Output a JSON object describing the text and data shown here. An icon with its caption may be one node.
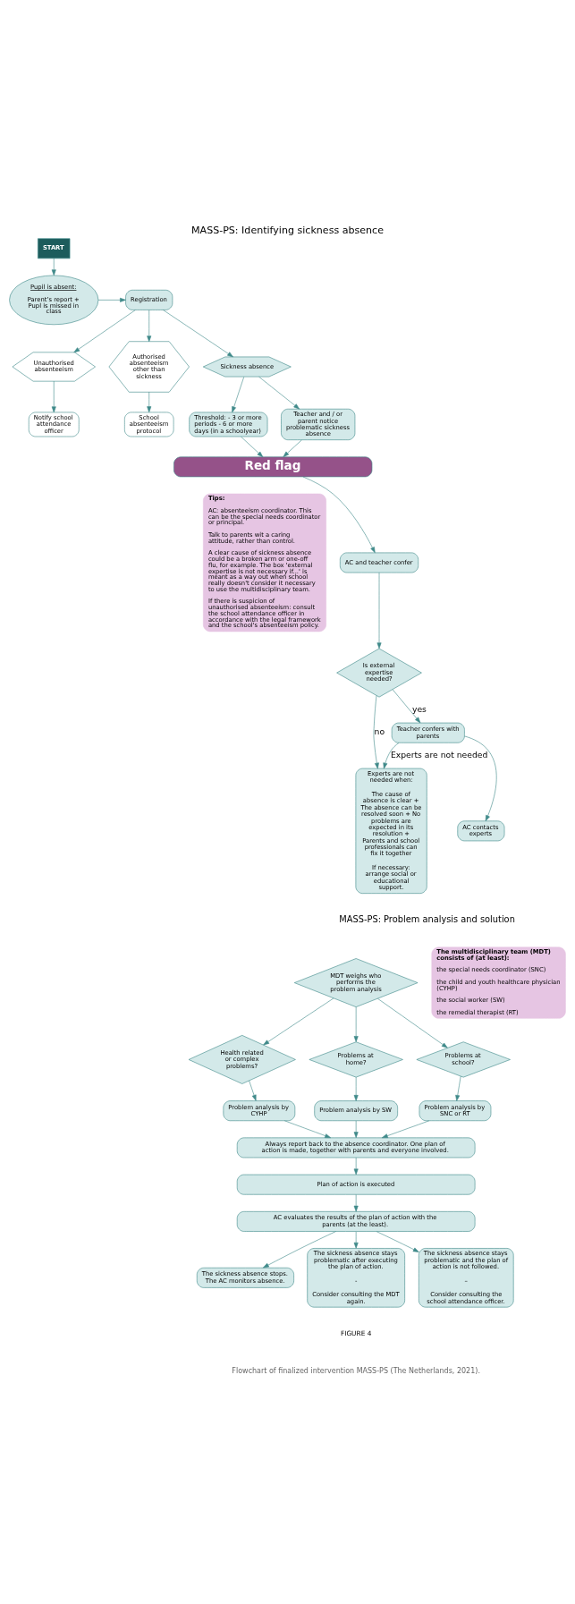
{
  "diagram": {
    "title": "MASS-PS: Identifying sickness absence",
    "caption": "Flowchart of finalized intervention MASS-PS (The Netherlands, 2021).",
    "nodes": [
      {
        "text": [
          "START"
        ]
      },
      {
        "text": [
          "Pupil is absent:",
          "Parent’s report + Pupl is missed in class"
        ]
      },
      {
        "text": [
          "Registration"
        ]
      },
      {
        "text": [
          "Unauthorised absenteeism"
        ]
      },
      {
        "text": [
          "Notify school attendance officer"
        ]
      },
      {
        "text": [
          "Authorised absenteeism other than sickness"
        ]
      },
      {
        "text": [
          "School absenteeism protocol"
        ]
      },
      {
        "text": [
          "Sickness absence"
        ]
      },
      {
        "text": [
          "Threshold: - 3 or more periods - 6 or more days (in a schoolyear)"
        ]
      },
      {
        "text": [
          "Teacher and / or parent notice problematic sickness absence"
        ]
      },
      {
        "text": [
          "Red flag"
        ]
      },
      {
        "text": [
          "Tips:",
          "AC: absenteeism coordinator. This can be the special needs coordinator or principal.",
          "Talk to parents wit a caring attitude, rather than control.",
          "A clear cause of sickness absence could be a broken arm or one-off flu, for example. The box 'external expertise is not necessary if...' is meant as a way out when school really doesn't consider it necessary to use the multidisciplinary team.",
          "If there is suspicion of unauthorised absenteeism: consult the school attendance officer in accordance with the legal framework and the school's absenteeism policy."
        ]
      },
      {
        "text": [
          "AC and teacher confer"
        ]
      },
      {
        "text": [
          "Is external expertise needed?"
        ]
      },
      {
        "text": [
          "Experts are not needed when:",
          "The cause of absence is clear + The absence can be resolved soon + No problems are expected in its resolution + Parents and school professionals can fix it together",
          "If necessary: arrange social or educational support."
        ]
      },
      {
        "text": [
          "Teacher confers with parents"
        ]
      },
      {
        "text": [
          "AC contacts experts"
        ]
      },
      {
        "text": [
          "MDT weighs who performs the problem analysis"
        ]
      },
      {
        "text": [
          "The multidisciplinary team (MDT) consists of (at least):",
          "the special needs coordinator (SNC)",
          "the child and youth healthcare physician (CYHP)",
          "the social worker (SW)",
          "the remedial therapist (RT)"
        ]
      },
      {
        "text": [
          "Health related or complex problems?"
        ]
      },
      {
        "text": [
          "Problems at home?"
        ]
      },
      {
        "text": [
          "Problems at school?"
        ]
      },
      {
        "text": [
          "Problem analysis by CYHP"
        ]
      },
      {
        "text": [
          "Problem analysis by SW"
        ]
      },
      {
        "text": [
          "Problem analysis by SNC or RT"
        ]
      },
      {
        "text": [
          "Always report back to the absence coordinator. One plan of action is made, together with parents and everyone involved."
        ]
      },
      {
        "text": [
          "Plan of action is executed"
        ]
      },
      {
        "text": [
          "AC evaluates the results of the plan of action with the parents (at the least)."
        ]
      },
      {
        "text": [
          "The sickness absence stops. The AC monitors absence."
        ]
      },
      {
        "text": [
          "The sickness absence stays problematic after executing the plan of action.",
          "-",
          "Consider consulting the MDT again."
        ]
      },
      {
        "text": [
          "The sickness absence stays problematic and the plan of action is not followed.",
          "–",
          "Consider consulting the school attendance officer."
        ]
      }
    ],
    "edges": [
      {
        "from": 0,
        "to": 1,
        "arrow": "to"
      },
      {
        "from": 1,
        "to": 2,
        "arrow": "to"
      },
      {
        "from": 2,
        "to": 3,
        "arrow": "to"
      },
      {
        "from": 2,
        "to": 5,
        "arrow": "to"
      },
      {
        "from": 2,
        "to": 7,
        "arrow": "to"
      },
      {
        "from": 3,
        "to": 4,
        "arrow": "to"
      },
      {
        "from": 5,
        "to": 6,
        "arrow": "to"
      },
      {
        "from": 7,
        "to": 8,
        "arrow": "to"
      },
      {
        "from": 7,
        "to": 9,
        "arrow": "to"
      },
      {
        "from": 8,
        "to": 10,
        "arrow": "to"
      },
      {
        "from": 9,
        "to": 10,
        "arrow": "to"
      },
      {
        "from": 10,
        "to": 12,
        "arrow": "to"
      },
      {
        "from": 12,
        "to": 13,
        "arrow": "to"
      },
      {
        "from": 13,
        "to": 14,
        "arrow": "to",
        "label": "no"
      },
      {
        "from": 13,
        "to": 15,
        "arrow": "to",
        "label": "yes"
      },
      {
        "from": 15,
        "to": 14,
        "arrow": "to",
        "label": "Experts are not needed"
      },
      {
        "from": 15,
        "to": 16,
        "arrow": "to"
      },
      {
        "from": 17,
        "to": 19,
        "arrow": "to"
      },
      {
        "from": 17,
        "to": 20,
        "arrow": "to"
      },
      {
        "from": 17,
        "to": 21,
        "arrow": "to"
      },
      {
        "from": 19,
        "to": 22,
        "arrow": "to"
      },
      {
        "from": 20,
        "to": 23,
        "arrow": "to"
      },
      {
        "from": 21,
        "to": 24,
        "arrow": "to"
      },
      {
        "from": 22,
        "to": 25,
        "arrow": "to"
      },
      {
        "from": 23,
        "to": 25,
        "arrow": "to"
      },
      {
        "from": 24,
        "to": 25,
        "arrow": "to"
      },
      {
        "from": 25,
        "to": 26,
        "arrow": "to"
      },
      {
        "from": 26,
        "to": 27,
        "arrow": "to"
      },
      {
        "from": 27,
        "to": 28,
        "arrow": "to"
      },
      {
        "from": 27,
        "to": 29,
        "arrow": "to"
      },
      {
        "from": 27,
        "to": 30,
        "arrow": "to"
      }
    ],
    "labels": [
      "MASS-PS: Problem analysis and solution",
      "FIGURE 4"
    ]
  }
}
